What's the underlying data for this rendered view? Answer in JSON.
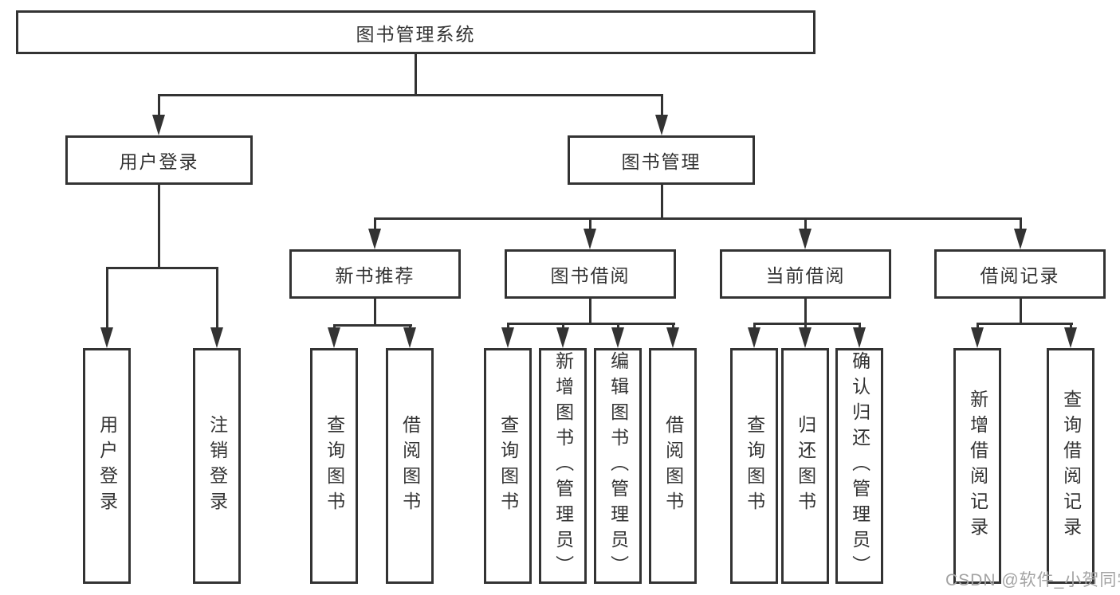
{
  "diagram": {
    "title": "图书管理系统",
    "root": {
      "label": "图书管理系统"
    },
    "branches": [
      {
        "label": "用户登录",
        "children": [
          {
            "label": "用户登录"
          },
          {
            "label": "注销登录"
          }
        ]
      },
      {
        "label": "图书管理",
        "children": [
          {
            "label": "新书推荐",
            "children": [
              {
                "label": "查询图书"
              },
              {
                "label": "借阅图书"
              }
            ]
          },
          {
            "label": "图书借阅",
            "children": [
              {
                "label": "查询图书"
              },
              {
                "label": "新增图书（管理员）"
              },
              {
                "label": "编辑图书（管理员）"
              },
              {
                "label": "借阅图书"
              }
            ]
          },
          {
            "label": "当前借阅",
            "children": [
              {
                "label": "查询图书"
              },
              {
                "label": "归还图书"
              },
              {
                "label": "确认归还（管理员）"
              }
            ]
          },
          {
            "label": "借阅记录",
            "children": [
              {
                "label": "新增借阅记录"
              },
              {
                "label": "查询借阅记录"
              }
            ]
          }
        ]
      }
    ]
  },
  "watermark": {
    "text": "CSDN @软件_小贺同学",
    "color": "#a3a3a3"
  },
  "colors": {
    "line": "#333333",
    "text": "#333333",
    "background": "#ffffff"
  }
}
